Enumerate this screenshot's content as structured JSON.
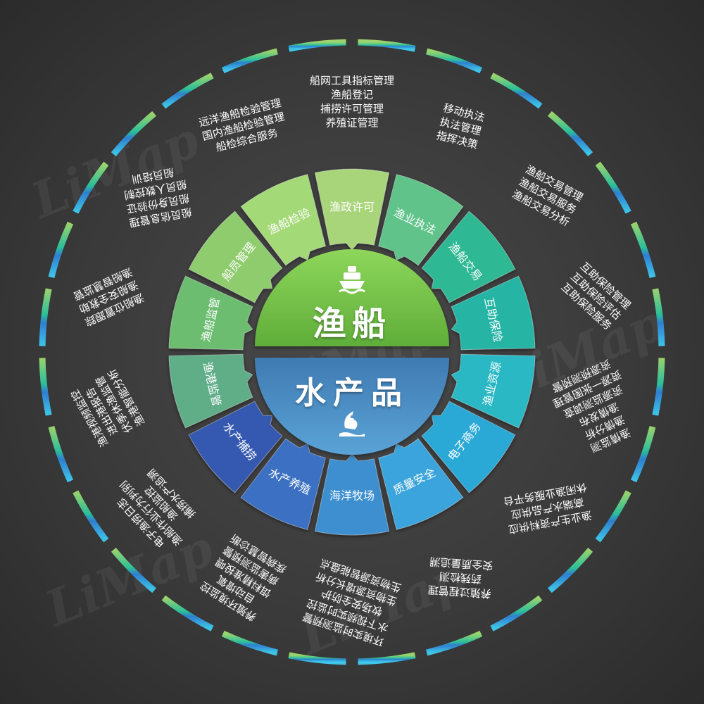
{
  "center": {
    "top_label": "渔船",
    "bottom_label": "水产品",
    "top_icon": "ship-icon",
    "bottom_icon": "fish-icon",
    "top_color": "#7ccc4a",
    "bottom_color": "#4f8fc4"
  },
  "watermark": "LiMap",
  "sectors": [
    {
      "key": "fishing-vessel-inspection",
      "label": "渔船检验",
      "color": "#a4d977",
      "details": [
        "远洋渔船检验管理",
        "国内渔船检验管理",
        "船检综合服务"
      ]
    },
    {
      "key": "fishery-license",
      "label": "渔政许可",
      "color": "#a9d57a",
      "details": [
        "船网工具指标管理",
        "渔船登记",
        "捕捞许可管理",
        "养殖证管理"
      ]
    },
    {
      "key": "fishery-law-enforcement",
      "label": "渔业执法",
      "color": "#5fc38a",
      "details": [
        "移动执法",
        "执法管理",
        "指挥决策"
      ]
    },
    {
      "key": "fishing-vessel-trade",
      "label": "渔船交易",
      "color": "#2eb894",
      "details": [
        "渔船交易管理",
        "渔船交易服务",
        "渔船交易分析"
      ]
    },
    {
      "key": "mutual-insurance",
      "label": "互助保险",
      "color": "#26b5a5",
      "details": [
        "互助保险管理",
        "互助保险评估",
        "互助保险服务"
      ]
    },
    {
      "key": "fishery-resources",
      "label": "渔业资源",
      "color": "#29b8c4",
      "details": [
        "渔情监测",
        "渔情分析",
        "渔情发布",
        "资源监测调查",
        "资源一张图管理",
        "资源预测预警"
      ]
    },
    {
      "key": "e-commerce",
      "label": "电子商务",
      "color": "#2aa8d6",
      "details": [
        "渔业生产资料供应",
        "高端水产品供应",
        "休闲渔业服务平台"
      ]
    },
    {
      "key": "quality-safety",
      "label": "质量安全",
      "color": "#3ba4dc",
      "details": [
        "养殖过程管理",
        "药残检测",
        "安全质量追溯"
      ]
    },
    {
      "key": "marine-ranch",
      "label": "海洋牧场",
      "color": "#3e8fd0",
      "details": [
        "环境实时监测预警",
        "水下视频实时监控",
        "牧场安全防护",
        "生物资源增长分析",
        "生物资源智能盘点"
      ]
    },
    {
      "key": "aquaculture",
      "label": "水产养殖",
      "color": "#3a6fc2",
      "details": [
        "养殖环境监控",
        "自动增氧",
        "饵料精准投喂",
        "病害监测预警",
        "疾病智慧诊断"
      ]
    },
    {
      "key": "aquatic-fishing",
      "label": "水产捕捞",
      "color": "#3658b0",
      "details": [
        "电子渔捞日志",
        "渔船作业行为判别",
        "渔船监控",
        "捕捞水产追溯"
      ]
    },
    {
      "key": "fishing-port-supervision",
      "label": "渔港监管",
      "color": "#5fae88",
      "details": [
        "渔港视频监控",
        "进出港报告",
        "伏季休渔监管",
        "渔港智能分析"
      ]
    },
    {
      "key": "fishing-vessel-supervision",
      "label": "渔船监管",
      "color": "#6cbd70",
      "details": [
        "渔船位置跟踪",
        "渔船安全救助",
        "渔船智慧监管"
      ]
    },
    {
      "key": "crew-management",
      "label": "船员管理",
      "color": "#8fcc6e",
      "details": [
        "船员信息管理",
        "船员身份验证",
        "船员人数控制",
        "船员培训"
      ]
    }
  ]
}
